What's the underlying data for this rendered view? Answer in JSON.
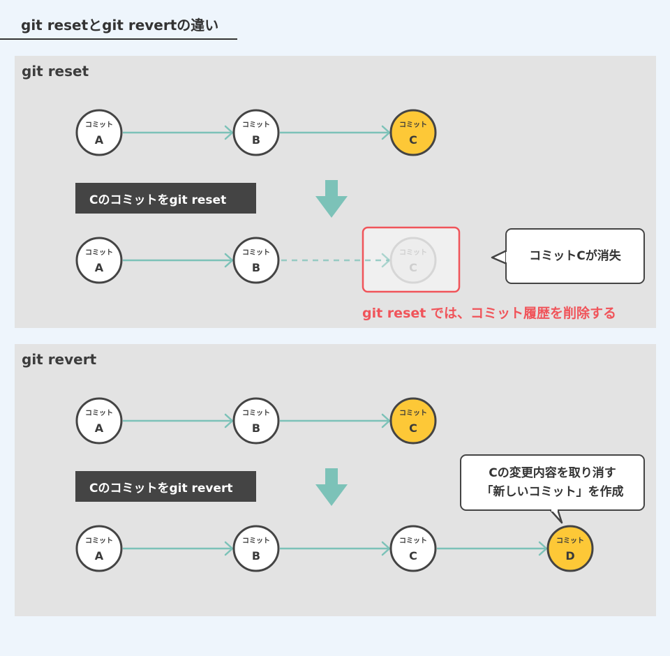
{
  "title": "git resetとgit revertの違い",
  "node_sublabel": "コミット",
  "colors": {
    "highlight": "#fdc837",
    "arrow": "#7cc2b8",
    "warning": "#f0545a",
    "panel": "#e3e3e3",
    "page": "#eef5fc"
  },
  "reset": {
    "label": "git reset",
    "before": [
      "A",
      "B",
      "C"
    ],
    "after": [
      "A",
      "B",
      "C"
    ],
    "step": "Cのコミットをgit reset",
    "callout": "コミットCが消失",
    "note": "git reset では、コミット履歴を削除する"
  },
  "revert": {
    "label": "git revert",
    "before": [
      "A",
      "B",
      "C"
    ],
    "after": [
      "A",
      "B",
      "C",
      "D"
    ],
    "step": "Cのコミットをgit revert",
    "callout_lines": [
      "Cの変更内容を取り消す",
      "「新しいコミット」を作成"
    ]
  }
}
